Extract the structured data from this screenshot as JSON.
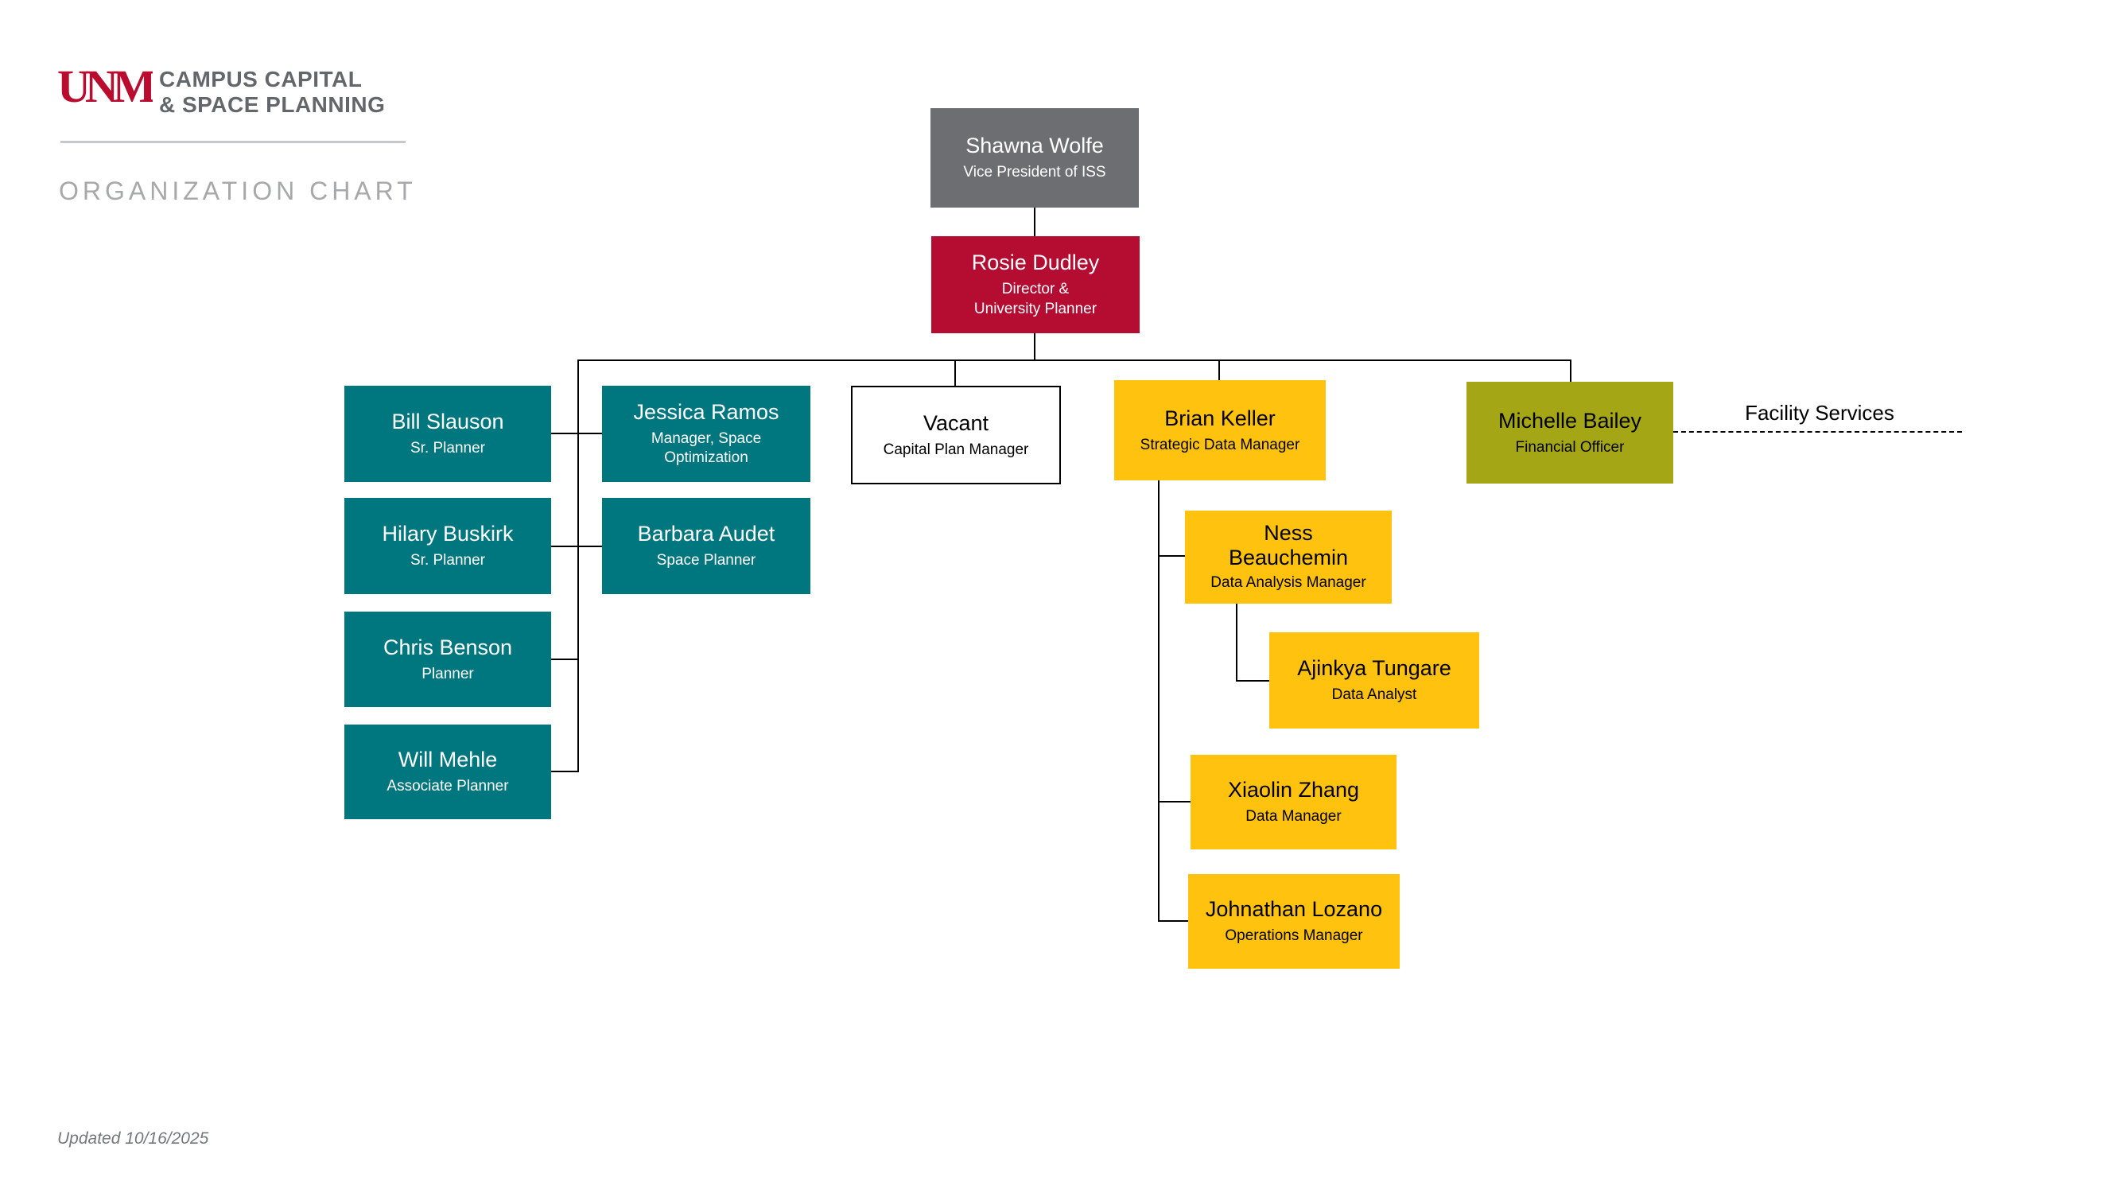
{
  "header": {
    "logo": "UNM",
    "org_line1": "CAMPUS CAPITAL",
    "org_line2": "& SPACE PLANNING",
    "title": "ORGANIZATION CHART"
  },
  "footer": {
    "updated": "Updated 10/16/2025"
  },
  "external_link": {
    "label": "Facility Services",
    "style": "dashed"
  },
  "colors": {
    "gray": "#6D6E71",
    "cherry": "#B50C32",
    "teal": "#00767F",
    "gold": "#FFC20E",
    "olive": "#A5A616",
    "vacant_bg": "#FFFFFF",
    "logo_red": "#BA0C2F",
    "connector": "#000000"
  },
  "nodes": [
    {
      "name": "Shawna Wolfe",
      "title": "Vice President of ISS",
      "color": "#6D6E71"
    },
    {
      "name": "Rosie Dudley",
      "title": "Director &",
      "title2": "University Planner",
      "color": "#B50C32"
    },
    {
      "name": "Bill Slauson",
      "title": "Sr. Planner",
      "color": "#00767F"
    },
    {
      "name": "Hilary Buskirk",
      "title": "Sr. Planner",
      "color": "#00767F"
    },
    {
      "name": "Chris Benson",
      "title": "Planner",
      "color": "#00767F"
    },
    {
      "name": "Will Mehle",
      "title": "Associate Planner",
      "color": "#00767F"
    },
    {
      "name": "Jessica Ramos",
      "title": "Manager, Space",
      "title2": "Optimization",
      "color": "#00767F"
    },
    {
      "name": "Barbara Audet",
      "title": "Space Planner",
      "color": "#00767F"
    },
    {
      "name": "Vacant",
      "title": "Capital Plan Manager",
      "color": "#FFFFFF"
    },
    {
      "name": "Brian Keller",
      "title": "Strategic Data Manager",
      "color": "#FFC20E"
    },
    {
      "name": "Michelle Bailey",
      "title": "Financial Officer",
      "color": "#A5A616"
    },
    {
      "name": "Ness",
      "name2": "Beauchemin",
      "title": "Data Analysis Manager",
      "color": "#FFC20E"
    },
    {
      "name": "Ajinkya Tungare",
      "title": "Data Analyst",
      "color": "#FFC20E"
    },
    {
      "name": "Xiaolin Zhang",
      "title": "Data Manager",
      "color": "#FFC20E"
    },
    {
      "name": "Johnathan Lozano",
      "title": "Operations Manager",
      "color": "#FFC20E"
    }
  ]
}
